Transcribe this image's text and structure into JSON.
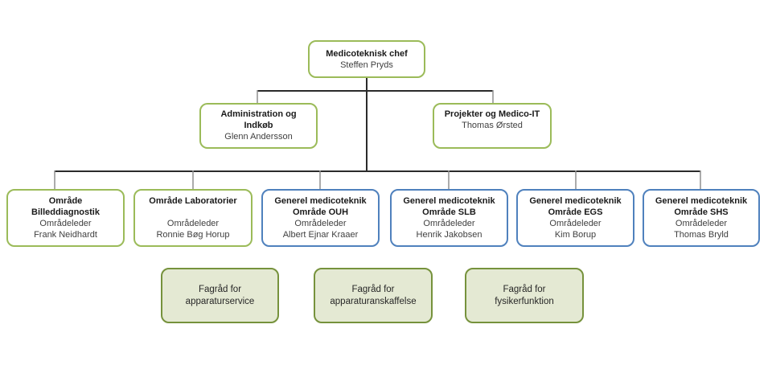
{
  "chart": {
    "root": {
      "title": "Medicoteknisk chef",
      "name": "Steffen Pryds"
    },
    "level2": [
      {
        "title": "Administration og\nIndkøb",
        "name": "Glenn Andersson"
      },
      {
        "title": "Projekter og Medico-IT",
        "name": "Thomas Ørsted"
      }
    ],
    "level3": [
      {
        "title": "Område\nBilleddiagnostik",
        "role": "Områdeleder",
        "name": "Frank Neidhardt",
        "style": "green"
      },
      {
        "title": "Område Laboratorier",
        "role": "Områdeleder",
        "name": "Ronnie Bøg Horup",
        "style": "green"
      },
      {
        "title": "Generel medicoteknik\nOmråde OUH",
        "role": "Områdeleder",
        "name": "Albert Ejnar Kraaer",
        "style": "blue"
      },
      {
        "title": "Generel medicoteknik\nOmråde SLB",
        "role": "Områdeleder",
        "name": "Henrik Jakobsen",
        "style": "blue"
      },
      {
        "title": "Generel medicoteknik\nOmråde EGS",
        "role": "Områdeleder",
        "name": "Kim Borup",
        "style": "blue"
      },
      {
        "title": "Generel medicoteknik\nOmråde SHS",
        "role": "Områdeleder",
        "name": "Thomas Bryld",
        "style": "blue"
      }
    ],
    "councils": [
      {
        "label": "Fagråd for\napparaturservice"
      },
      {
        "label": "Fagråd for\napparaturanskaffelse"
      },
      {
        "label": "Fagråd for\nfysikerfunktion"
      }
    ],
    "colors": {
      "green_border": "#9bbb59",
      "blue_border": "#4f81bd",
      "council_border": "#76923c",
      "council_fill": "#e4e9d3",
      "line": "#2b2b2b",
      "drop_line": "#8f8f8f"
    }
  }
}
